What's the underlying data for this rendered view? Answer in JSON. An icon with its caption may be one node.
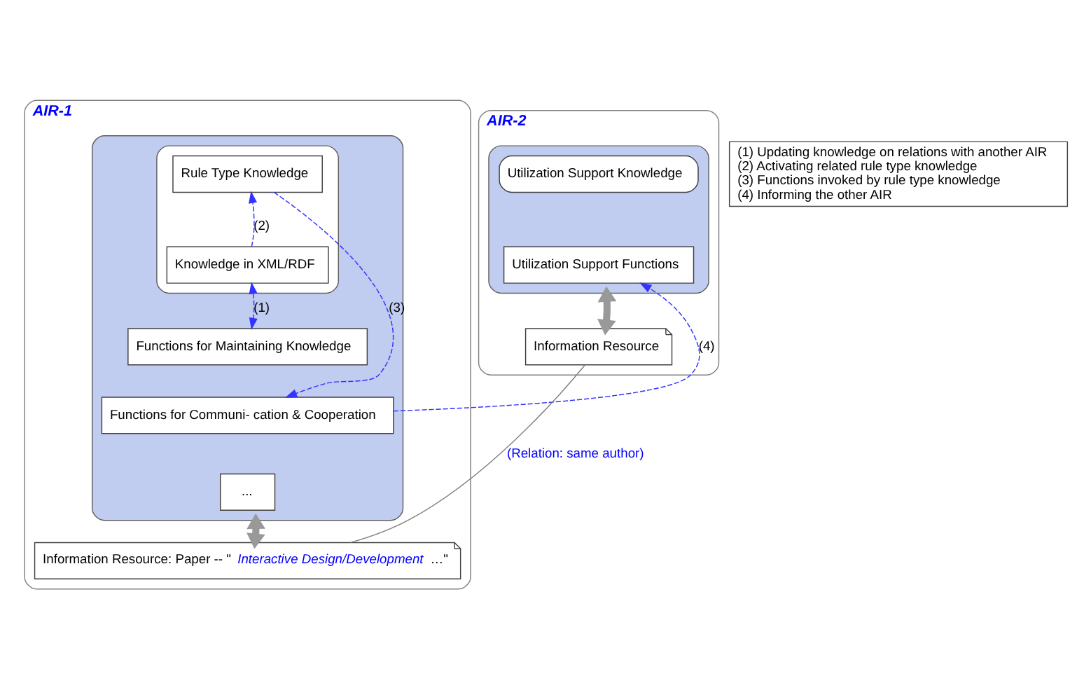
{
  "diagram": {
    "nodes": [
      {
        "text": [
          "AIR-1"
        ]
      },
      {
        "text": [],
        "shape": "box",
        "in": 0
      },
      {
        "text": [],
        "shape": "box",
        "in": 1
      },
      {
        "text": [
          "Rule Type Knowledge"
        ],
        "in": 2
      },
      {
        "text": [
          "Knowledge in XML/RDF"
        ],
        "in": 2
      },
      {
        "text": [
          "Functions for Maintaining Knowledge"
        ],
        "in": 1
      },
      {
        "text": [
          "Functions for Communi- cation & Cooperation"
        ],
        "in": 1
      },
      {
        "text": [
          "..."
        ],
        "in": 1
      },
      {
        "text": [
          "Information Resource: Paper -- \"*Interactive Design/Development* …\""
        ],
        "in": 0
      },
      {
        "text": [
          "AIR-2"
        ]
      },
      {
        "text": [],
        "shape": "box",
        "in": 9
      },
      {
        "text": [
          "Utilization Support Knowledge"
        ],
        "in": 10
      },
      {
        "text": [
          "Utilization Support Functions"
        ],
        "in": 10
      },
      {
        "text": [
          "Information Resource"
        ],
        "in": 9
      },
      {
        "text": [
          "(1) Updating knowledge on relations with another AIR",
          "(2) Activating related rule type knowledge",
          "(3) Functions invoked by rule type knowledge",
          "(4) Informing the other AIR"
        ]
      }
    ],
    "edges": [
      {
        "from": 4,
        "to": 3,
        "arrow": "to",
        "label": "(2)",
        "style": "dashed",
        "color": "#3333ff"
      },
      {
        "from": 4,
        "to": 5,
        "arrow": "both",
        "label": "(1)",
        "style": "dashed",
        "color": "#3333ff"
      },
      {
        "from": 3,
        "to": 6,
        "arrow": "to",
        "label": "(3)",
        "style": "dashed",
        "color": "#3333ff"
      },
      {
        "from": 6,
        "to": 12,
        "arrow": "to",
        "label": "(4)",
        "style": "dashed",
        "color": "#3333ff"
      },
      {
        "from": 1,
        "to": 8,
        "arrow": "both",
        "style": "thick",
        "color": "#999999"
      },
      {
        "from": 10,
        "to": 13,
        "arrow": "both",
        "style": "thick",
        "color": "#999999"
      },
      {
        "from": 8,
        "to": 13,
        "arrow": "none",
        "label": "(Relation: same author)",
        "color": "#808080"
      }
    ]
  }
}
